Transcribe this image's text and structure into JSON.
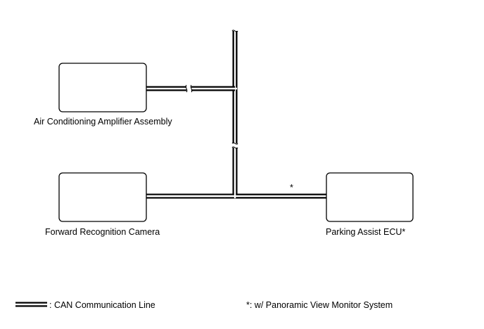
{
  "components": {
    "air_conditioning_amplifier": {
      "label": "Air Conditioning Amplifier Assembly"
    },
    "forward_recognition_camera": {
      "label": "Forward Recognition Camera"
    },
    "parking_assist_ecu": {
      "label": "Parking Assist ECU*"
    }
  },
  "bus_annotation": "*",
  "legend": {
    "can_line_label": ": CAN Communication Line",
    "footnote": "*: w/ Panoramic View Monitor System"
  },
  "colors": {
    "line": "#000000",
    "background": "#ffffff"
  }
}
